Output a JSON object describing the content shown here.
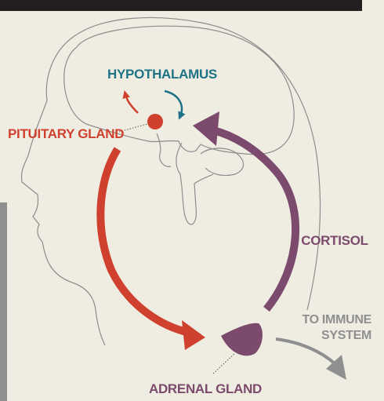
{
  "colors": {
    "background": "#efede2",
    "hypothalamus": "#1d7385",
    "pituitary": "#d0402e",
    "cortisol": "#7b4a6c",
    "adrenal": "#7b4a6c",
    "immune": "#8f8f8f",
    "outline": "#8c8c8c",
    "top_bar": "#231f20"
  },
  "labels": {
    "hypothalamus": "HYPOTHALAMUS",
    "pituitary": "PITUITARY GLAND",
    "cortisol": "CORTISOL",
    "immune_line1": "TO IMMUNE",
    "immune_line2": "SYSTEM",
    "adrenal": "ADRENAL GLAND"
  }
}
